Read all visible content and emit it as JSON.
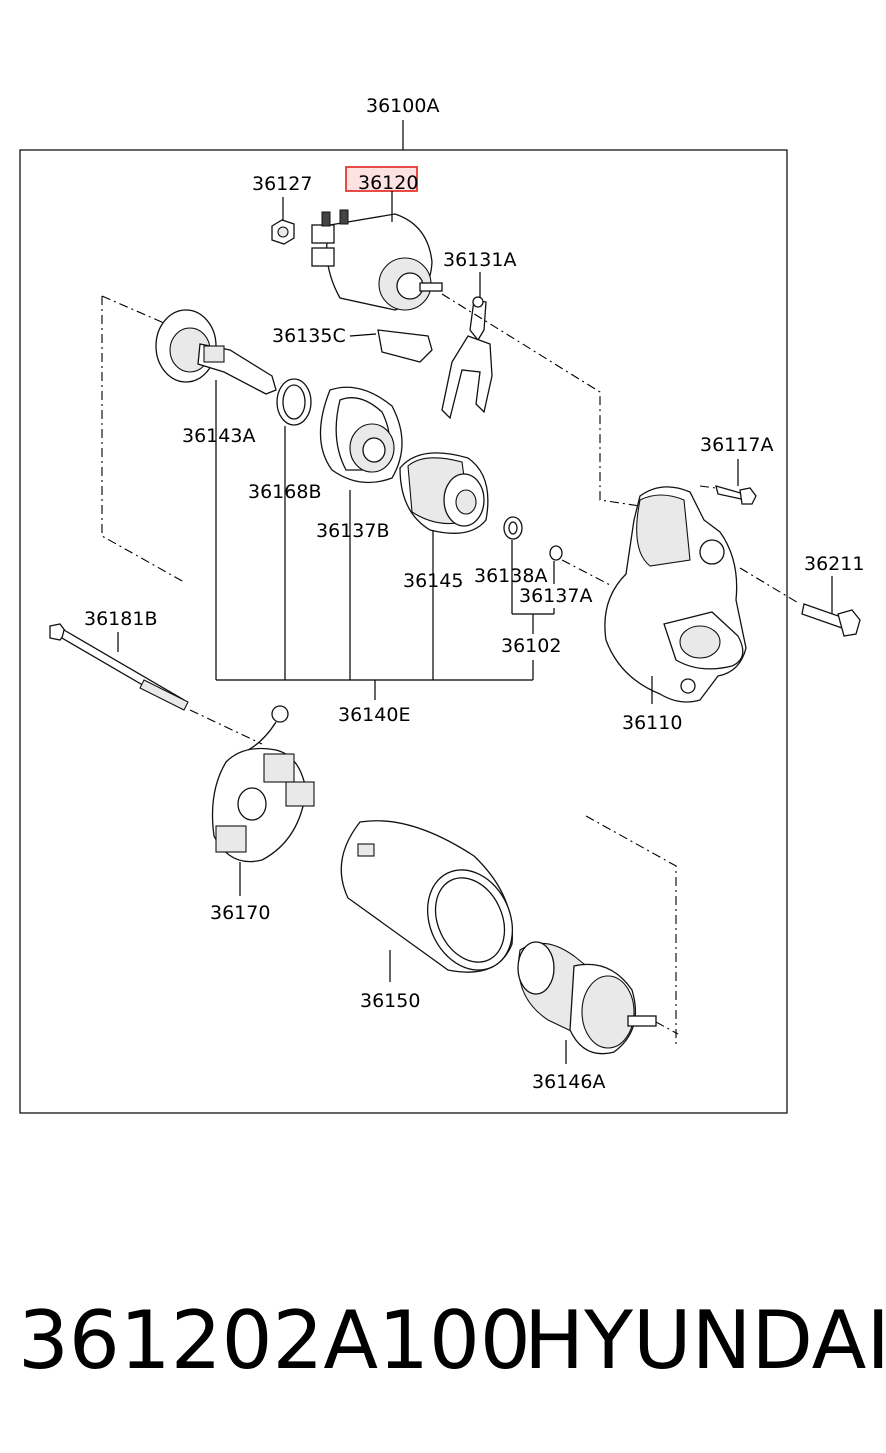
{
  "diagram": {
    "highlight_color": "#e53935",
    "highlight_fill": "#fde2e2",
    "labels": {
      "assembly": "36100A",
      "nut": "36127",
      "solenoid": "36120",
      "lever": "36131A",
      "lever_plate": "36135C",
      "shaft": "36143A",
      "ring": "36168B",
      "housing_cover": "36137B",
      "pinion": "36145",
      "stopper_ring": "36138A",
      "snap_ring": "36137A",
      "gear_kit": "36102",
      "gear_set": "36140E",
      "bolt_small": "36117A",
      "bolt": "36211",
      "through_bolt": "36181B",
      "front_housing": "36110",
      "brush_holder": "36170",
      "yoke": "36150",
      "armature": "36146A"
    }
  },
  "caption": {
    "part_number": "361202A100",
    "brand": "HYUNDAI"
  }
}
